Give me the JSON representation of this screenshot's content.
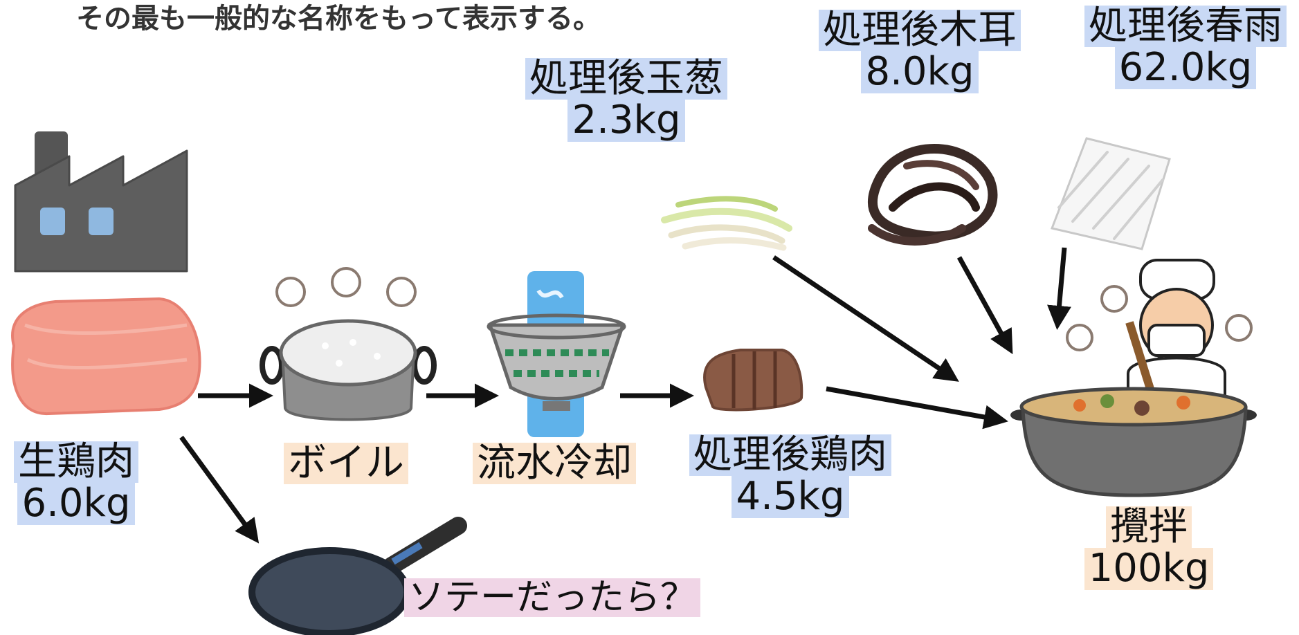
{
  "header": {
    "text": "その最も一般的な名称をもって表示する。"
  },
  "nodes": {
    "raw_chicken": {
      "name": "生鶏肉",
      "amount": "6.0kg"
    },
    "boil": {
      "name": "ボイル"
    },
    "cooling": {
      "name": "流水冷却"
    },
    "processed_chicken": {
      "name": "処理後鶏肉",
      "amount": "4.5kg"
    },
    "processed_onion": {
      "name": "処理後玉葱",
      "amount": "2.3kg"
    },
    "processed_kikurage": {
      "name": "処理後木耳",
      "amount": "8.0kg"
    },
    "processed_harusame": {
      "name": "処理後春雨",
      "amount": "62.0kg"
    },
    "mixing": {
      "name": "攪拌",
      "amount": "100kg"
    },
    "saute": {
      "name": "ソテーだったら？"
    }
  },
  "colors": {
    "weight_label_bg": "#c9d9f5",
    "process_label_bg": "#fbe5cf",
    "question_label_bg": "#f0d5e6",
    "arrow": "#111111"
  }
}
